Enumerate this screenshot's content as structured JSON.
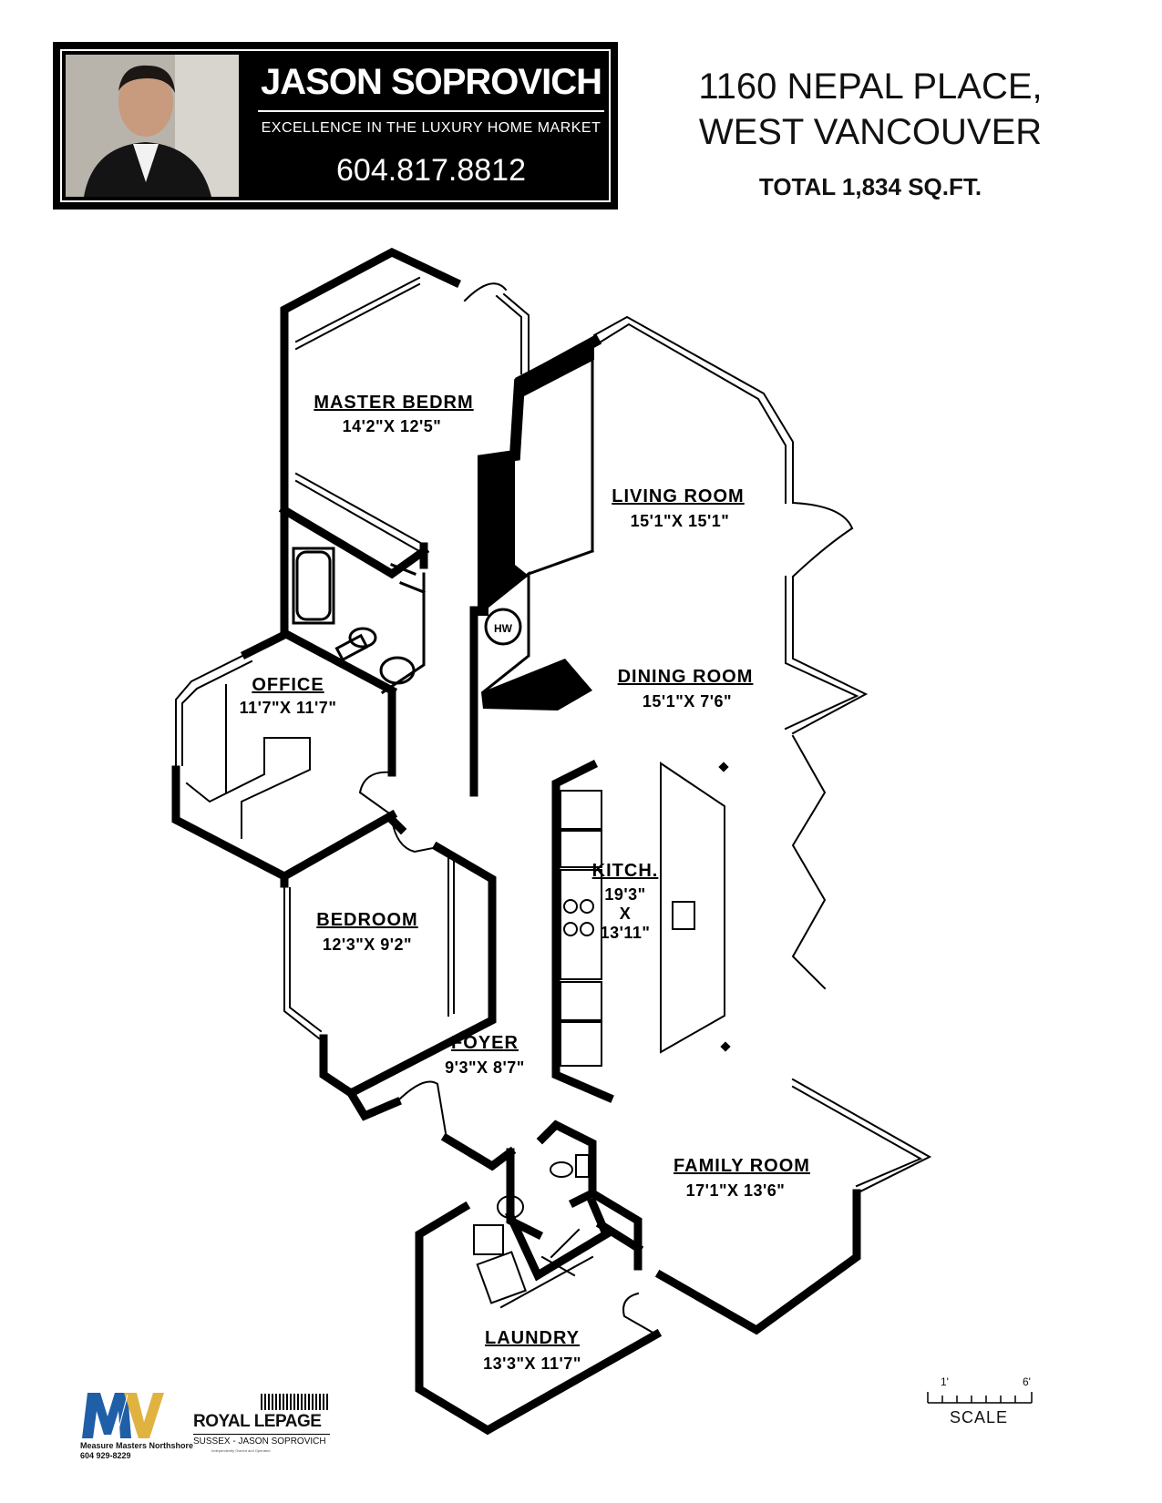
{
  "agent": {
    "name": "JASON SOPROVICH",
    "tagline": "EXCELLENCE IN THE LUXURY HOME MARKET",
    "phone": "604.817.8812"
  },
  "property": {
    "address_line1": "1160 NEPAL PLACE,",
    "address_line2": "WEST VANCOUVER",
    "total_area": "TOTAL 1,834 SQ.FT."
  },
  "rooms": {
    "master": {
      "name": "MASTER BEDRM",
      "dims": "14'2\"X 12'5\""
    },
    "living": {
      "name": "LIVING ROOM",
      "dims": "15'1\"X 15'1\""
    },
    "dining": {
      "name": "DINING ROOM",
      "dims": "15'1\"X 7'6\""
    },
    "office": {
      "name": "OFFICE",
      "dims": "11'7\"X 11'7\""
    },
    "kitchen": {
      "name": "KITCH.",
      "dims_line1": "19'3\"",
      "dims_line2": "X",
      "dims_line3": "13'11\""
    },
    "bedroom": {
      "name": "BEDROOM",
      "dims": "12'3\"X 9'2\""
    },
    "foyer": {
      "name": "FOYER",
      "dims": "9'3\"X 8'7\""
    },
    "family": {
      "name": "FAMILY ROOM",
      "dims": "17'1\"X 13'6\""
    },
    "laundry": {
      "name": "LAUNDRY",
      "dims": "13'3\"X 11'7\""
    }
  },
  "fixtures": {
    "hot_water": "HW"
  },
  "footer": {
    "measure_masters_name": "Measure Masters Northshore",
    "measure_masters_phone": "604 929-8229",
    "brokerage_name": "ROYAL LEPAGE",
    "brokerage_sub": "SUSSEX - JASON SOPROVICH",
    "brokerage_fine": "Independently Owned and Operated"
  },
  "scale": {
    "label": "SCALE",
    "tick_start": "1'",
    "tick_end": "6'"
  }
}
